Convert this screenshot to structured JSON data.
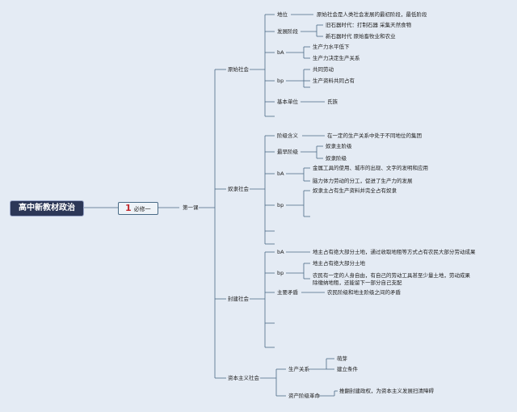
{
  "root": "高中新教材政治",
  "badge": {
    "num": "1",
    "label": "必修一"
  },
  "lesson": "第一课",
  "primitive": {
    "title": "原始社会",
    "position": {
      "label": "地位",
      "text": "原始社会是人类社会发展的最初阶段，最低阶段"
    },
    "stages": {
      "label": "发展阶段",
      "items": [
        "旧石器时代：打制石器 采集天然食物",
        "新石器时代 原始畜牧业和农业"
      ]
    },
    "ba": {
      "label": "bA",
      "items": [
        "生产力水平低下",
        "生产力决定生产关系"
      ]
    },
    "bp": {
      "label": "bp",
      "items": [
        "共同劳动",
        "生产资料共同占有"
      ]
    },
    "unit": {
      "label": "基本单位",
      "text": "氏族"
    }
  },
  "slave": {
    "title": "奴隶社会",
    "class_def": {
      "label": "阶级含义",
      "text": "在一定的生产关系中处于不同地位的集团"
    },
    "earliest": {
      "label": "最早阶级",
      "items": [
        "奴隶主阶级",
        "奴隶阶级"
      ]
    },
    "ba": {
      "label": "bA",
      "items": [
        "金属工具的使用、城市的出现、文字的发明和应用",
        "脑力体力劳动的分工，促进了生产力的发展"
      ]
    },
    "bp": {
      "label": "bp",
      "text": "奴隶主占有生产资料并完全占有奴隶"
    }
  },
  "feudal": {
    "title": "封建社会",
    "ba": {
      "label": "bA",
      "text": "地主占有绝大部分土地，通过收取地租等方式占有农民大部分劳动成果"
    },
    "bp": {
      "label": "bp",
      "items": [
        "地主占有绝大部分土地",
        "农民有一定的人身自由，有自己的劳动工具甚至少量土地，劳动成果除缴纳地租，还能留下一部分自己支配"
      ]
    },
    "contradiction": {
      "label": "主要矛盾",
      "text": "农民阶级和地主阶级之间的矛盾"
    }
  },
  "capitalist": {
    "title": "资本主义社会",
    "relations": {
      "label": "生产关系",
      "items": [
        "萌芽",
        "建立条件"
      ]
    },
    "revolution": {
      "label": "资产阶级革命",
      "text": "推翻封建政权，为资本主义发展扫清障碍"
    }
  }
}
